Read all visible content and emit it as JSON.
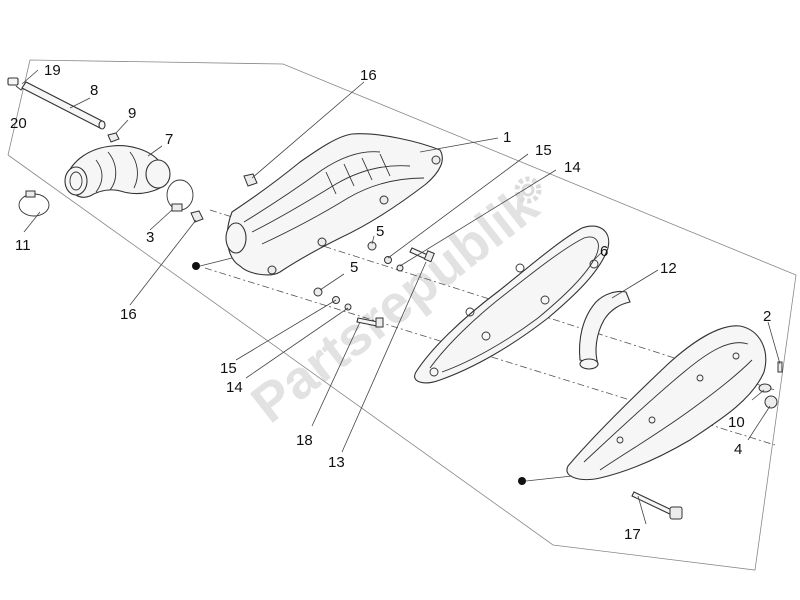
{
  "watermark": "Partsrepublik",
  "callouts": [
    {
      "id": "c19",
      "text": "19"
    },
    {
      "id": "c20",
      "text": "20"
    },
    {
      "id": "c8",
      "text": "8"
    },
    {
      "id": "c9",
      "text": "9"
    },
    {
      "id": "c7",
      "text": "7"
    },
    {
      "id": "c11",
      "text": "11"
    },
    {
      "id": "c3",
      "text": "3"
    },
    {
      "id": "c16a",
      "text": "16"
    },
    {
      "id": "c16b",
      "text": "16"
    },
    {
      "id": "c1",
      "text": "1"
    },
    {
      "id": "c15a",
      "text": "15"
    },
    {
      "id": "c14a",
      "text": "14"
    },
    {
      "id": "c5a",
      "text": "5"
    },
    {
      "id": "c5b",
      "text": "5"
    },
    {
      "id": "c6",
      "text": "6"
    },
    {
      "id": "c12",
      "text": "12"
    },
    {
      "id": "c2",
      "text": "2"
    },
    {
      "id": "c15b",
      "text": "15"
    },
    {
      "id": "c14b",
      "text": "14"
    },
    {
      "id": "c18",
      "text": "18"
    },
    {
      "id": "c13",
      "text": "13"
    },
    {
      "id": "c10",
      "text": "10"
    },
    {
      "id": "c4",
      "text": "4"
    },
    {
      "id": "c17",
      "text": "17"
    }
  ]
}
